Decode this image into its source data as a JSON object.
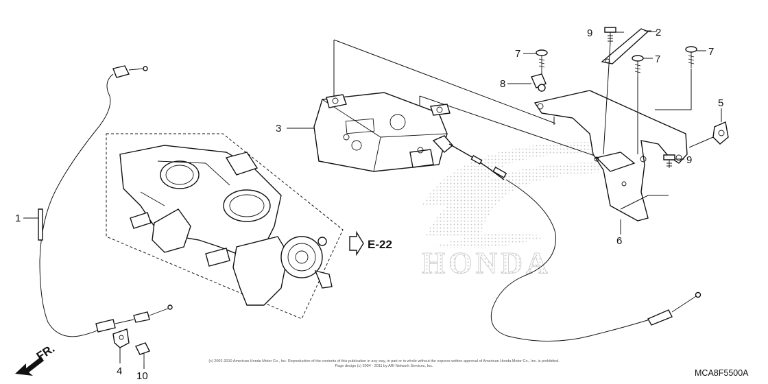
{
  "diagram": {
    "code": "MCA8F5500A",
    "reference": "E-22",
    "front_label": "FR.",
    "watermark": "HONDA",
    "copyright_line1": "(c) 2002-2010 American Honda Motor Co., Inc. Reproduction of the contents of this publication in any way, in part or in whole without the express written approval of American Honda Motor Co., Inc. is prohibited.",
    "copyright_line2": "Page design (c) 2004 - 2011 by ARI Network Services, Inc."
  },
  "callouts": [
    {
      "id": "cable",
      "label": "1"
    },
    {
      "id": "stay",
      "label": "2"
    },
    {
      "id": "control-unit",
      "label": "3"
    },
    {
      "id": "cable-clamp",
      "label": "4"
    },
    {
      "id": "clip",
      "label": "5"
    },
    {
      "id": "bracket",
      "label": "6"
    },
    {
      "id": "screw-a",
      "label": "7"
    },
    {
      "id": "screw-b",
      "label": "7"
    },
    {
      "id": "screw-c",
      "label": "7"
    },
    {
      "id": "grommet",
      "label": "8"
    },
    {
      "id": "bolt-a",
      "label": "9"
    },
    {
      "id": "bolt-b",
      "label": "9"
    },
    {
      "id": "bolt-c",
      "label": "10"
    }
  ]
}
